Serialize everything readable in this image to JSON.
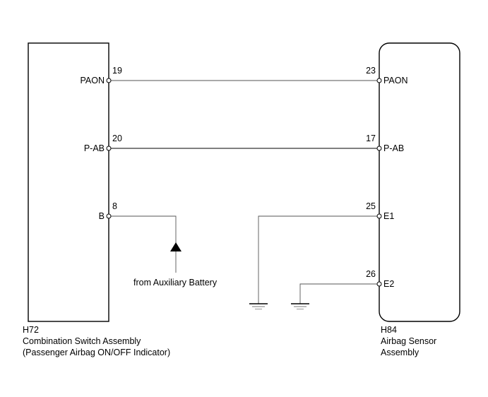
{
  "left_component": {
    "code": "H72",
    "name_line1": "Combination Switch Assembly",
    "name_line2": "(Passenger Airbag ON/OFF Indicator)",
    "terminals": [
      {
        "name": "PAON",
        "pin": "19"
      },
      {
        "name": "P-AB",
        "pin": "20"
      },
      {
        "name": "B",
        "pin": "8"
      }
    ]
  },
  "right_component": {
    "code": "H84",
    "name_line1": "Airbag Sensor",
    "name_line2": "Assembly",
    "terminals": [
      {
        "name": "PAON",
        "pin": "23"
      },
      {
        "name": "P-AB",
        "pin": "17"
      },
      {
        "name": "E1",
        "pin": "25"
      },
      {
        "name": "E2",
        "pin": "26"
      }
    ]
  },
  "power_source": {
    "label": "from Auxiliary Battery"
  }
}
